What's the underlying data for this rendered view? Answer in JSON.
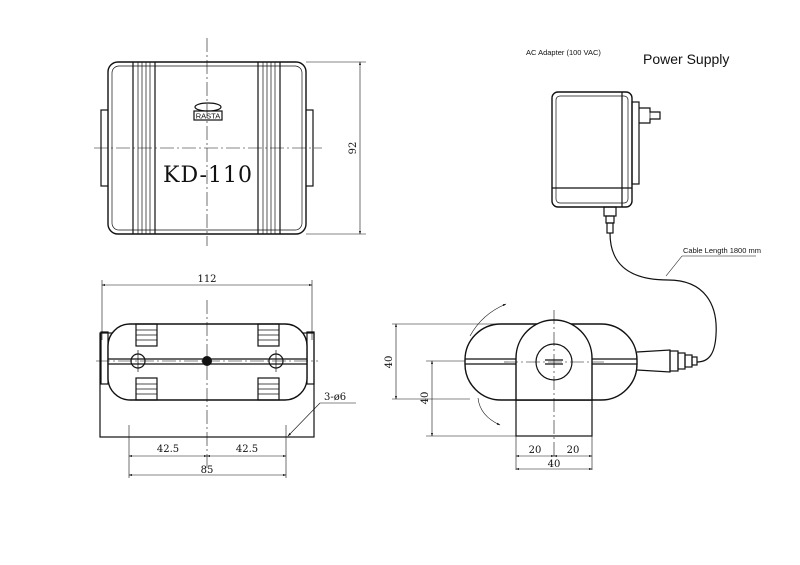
{
  "product": {
    "model": "KD-110",
    "logo_text": "RASTA"
  },
  "dimensions": {
    "height_front": "92",
    "width_top": "112",
    "hole_spacing_left": "42.5",
    "hole_spacing_right": "42.5",
    "mount_span": "85",
    "holes": "3-ø6",
    "side_height_a": "40",
    "side_height_b": "40",
    "side_width_left": "20",
    "side_width_right": "20",
    "side_width_total": "40"
  },
  "power_supply": {
    "adapter_label": "AC Adapter (100 VAC)",
    "title": "Power Supply",
    "cable_label": "Cable Length 1800 mm"
  }
}
